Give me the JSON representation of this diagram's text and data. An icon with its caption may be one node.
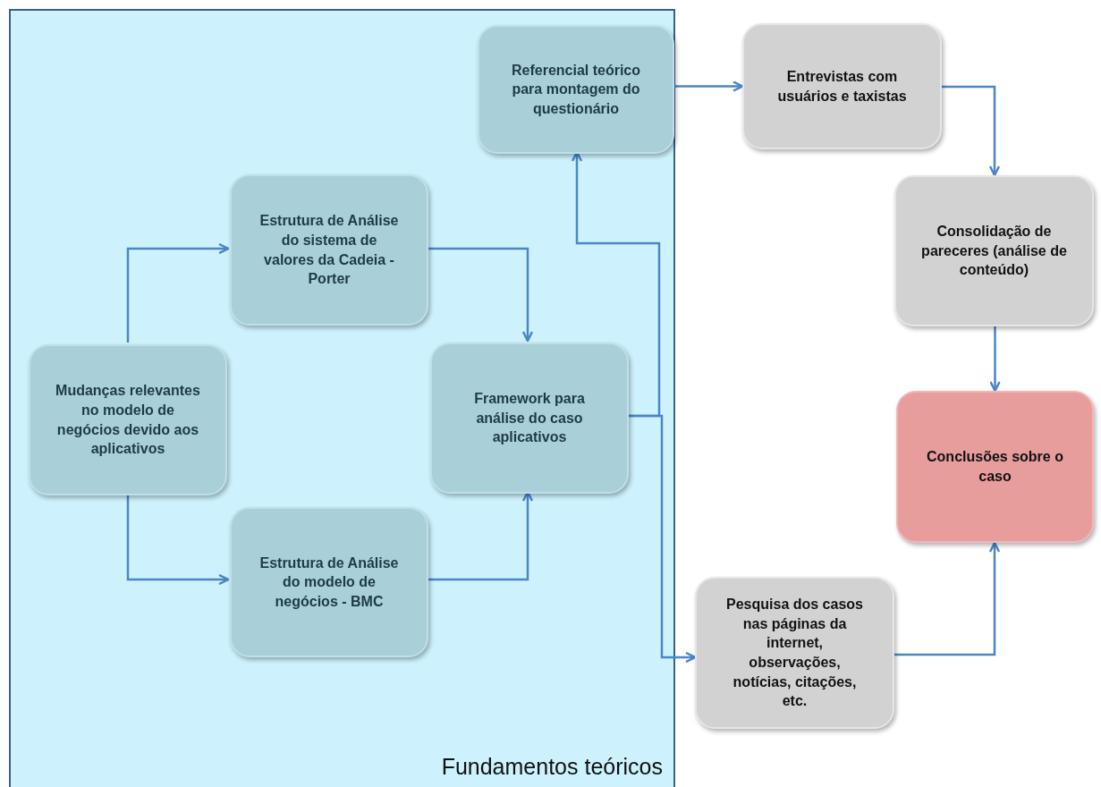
{
  "diagram": {
    "nodes": [
      {
        "text": [
          "Fundamentos teóricos"
        ]
      },
      {
        "text": [
          "Referencial teórico para montagem do questionário"
        ],
        "in": 0
      },
      {
        "text": [
          "Estrutura de Análise do sistema de valores da Cadeia - Porter"
        ],
        "in": 0
      },
      {
        "text": [
          "Mudanças relevantes no modelo de negócios devido aos aplicativos"
        ],
        "in": 0
      },
      {
        "text": [
          "Framework para análise do caso aplicativos"
        ],
        "in": 0
      },
      {
        "text": [
          "Estrutura de Análise do modelo de negócios - BMC"
        ],
        "in": 0
      },
      {
        "text": [
          "Entrevistas com usuários e taxistas"
        ]
      },
      {
        "text": [
          "Consolidação de pareceres (análise de conteúdo)"
        ]
      },
      {
        "text": [
          "Conclusões sobre o caso"
        ]
      },
      {
        "text": [
          "Pesquisa dos casos nas páginas da internet, observações, notícias, citações, etc."
        ]
      }
    ],
    "edges": [
      {
        "from": 3,
        "to": 2,
        "arrow": "to"
      },
      {
        "from": 3,
        "to": 5,
        "arrow": "to"
      },
      {
        "from": 2,
        "to": 4,
        "arrow": "to"
      },
      {
        "from": 5,
        "to": 4,
        "arrow": "to"
      },
      {
        "from": 4,
        "to": 1,
        "arrow": "to"
      },
      {
        "from": 4,
        "to": 9,
        "arrow": "to"
      },
      {
        "from": 1,
        "to": 6,
        "arrow": "to"
      },
      {
        "from": 6,
        "to": 7,
        "arrow": "to"
      },
      {
        "from": 7,
        "to": 8,
        "arrow": "to"
      },
      {
        "from": 9,
        "to": 8,
        "arrow": "to"
      }
    ]
  }
}
